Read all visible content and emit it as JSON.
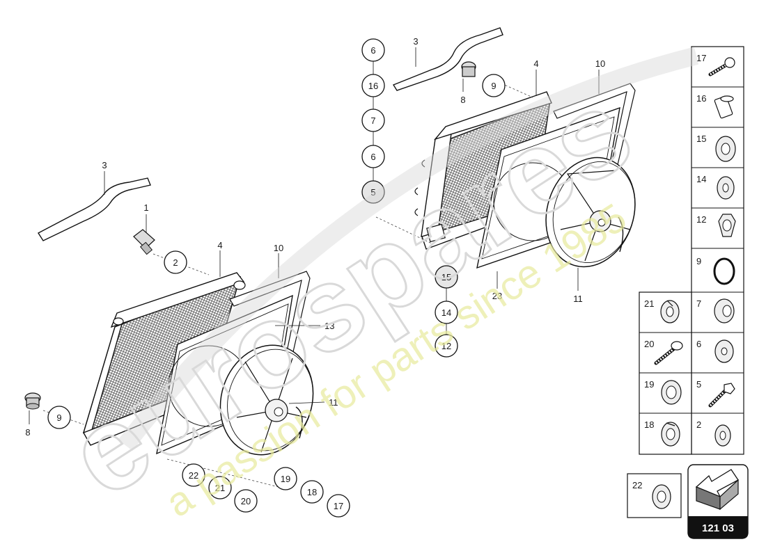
{
  "labels": {
    "left_3": "3",
    "left_1": "1",
    "left_4": "4",
    "left_10": "10",
    "left_13": "13",
    "left_11": "11",
    "left_8": "8",
    "right_3": "3",
    "right_8": "8",
    "right_4": "4",
    "right_10": "10",
    "right_23": "23",
    "right_11": "11"
  },
  "callouts": {
    "c_left_2": "2",
    "c_left_9": "9",
    "c_left_22": "22",
    "c_left_21": "21",
    "c_left_20": "20",
    "c_left_19": "19",
    "c_left_18": "18",
    "c_left_17": "17",
    "c_stack_6a": "6",
    "c_stack_16": "16",
    "c_stack_7": "7",
    "c_stack_6b": "6",
    "c_stack_5": "5",
    "c_right_9": "9",
    "c_right_15": "15",
    "c_right_14": "14",
    "c_right_12": "12"
  },
  "parts_table": {
    "right_column": [
      "17",
      "16",
      "15",
      "14",
      "12",
      "9",
      "7",
      "6",
      "5",
      "2"
    ],
    "left_column": [
      "21",
      "20",
      "19",
      "18"
    ],
    "single": "22"
  },
  "diagram_number": "121 03",
  "watermark": {
    "brand": "eurospares",
    "tagline": "a passion for parts since 1985"
  }
}
